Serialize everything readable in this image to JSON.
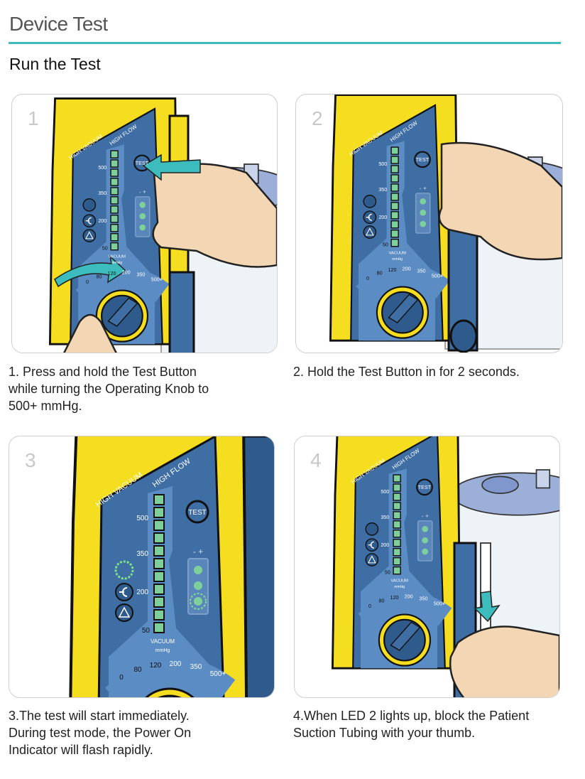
{
  "header": {
    "title": "Device Test",
    "subtitle": "Run the Test"
  },
  "device_labels": {
    "high_vacuum": "HIGH VACUUM",
    "high_flow": "HIGH FLOW",
    "level_500": "500",
    "level_350": "350",
    "level_200": "200",
    "level_50": "50",
    "test_button": "TEST",
    "vacuum": "VACUUM",
    "unit": "mmHg",
    "battery_signs": "- +",
    "scale": [
      "0",
      "80",
      "120",
      "200",
      "350",
      "500+"
    ]
  },
  "steps": [
    {
      "number": "1",
      "caption": [
        "1. Press and hold the Test Button",
        "while turning the Operating Knob to",
        "500+ mmHg."
      ]
    },
    {
      "number": "2",
      "caption": [
        "2. Hold the Test Button in for 2 seconds."
      ]
    },
    {
      "number": "3",
      "caption": [
        "3.The test will start immediately.",
        "During test mode, the Power On",
        "Indicator will flash rapidly."
      ]
    },
    {
      "number": "4",
      "caption": [
        "4.When LED 2 lights up, block the Patient",
        "Suction Tubing with your thumb."
      ]
    }
  ],
  "colors": {
    "accent": "#3cbcbc",
    "device_blue": "#3f6ea5",
    "device_yellow": "#f5dd1f",
    "led_green": "#7fcf9a",
    "skin": "#f3d7b5"
  }
}
